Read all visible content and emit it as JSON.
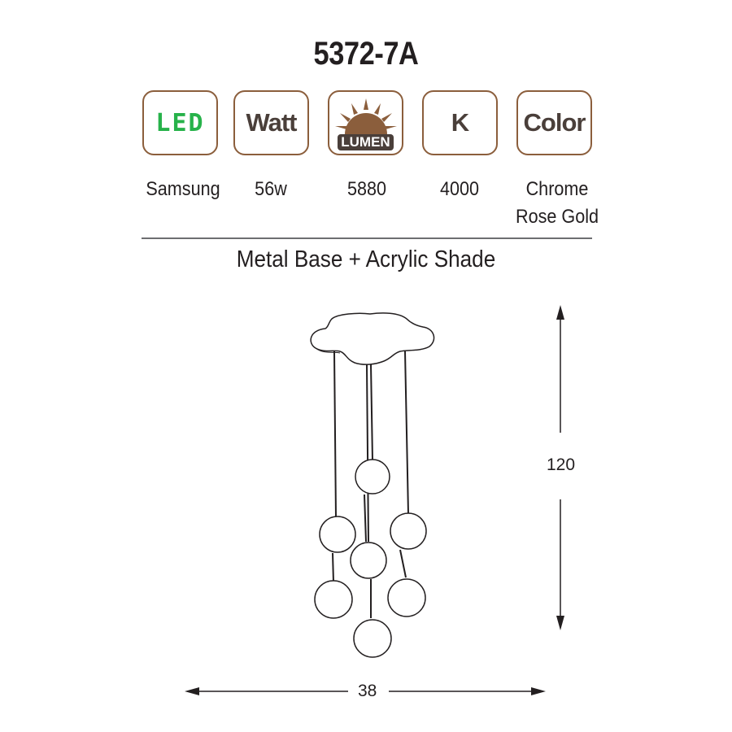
{
  "product": {
    "model": "5372-7A"
  },
  "icons": {
    "led": "LED",
    "watt": "Watt",
    "lumen": "LUMEN",
    "kelvin": "K",
    "color": "Color"
  },
  "specs": {
    "led": "Samsung",
    "watt": "56w",
    "lumen": "5880",
    "kelvin": "4000",
    "color_1": "Chrome",
    "color_2": "Rose Gold"
  },
  "material": "Metal Base + Acrylic Shade",
  "dimensions": {
    "height": "120",
    "width": "38"
  },
  "colors": {
    "border": "#8b5e3c",
    "led_green": "#27b24a",
    "text": "#231f20",
    "icon_dark": "#4a3f3a"
  }
}
